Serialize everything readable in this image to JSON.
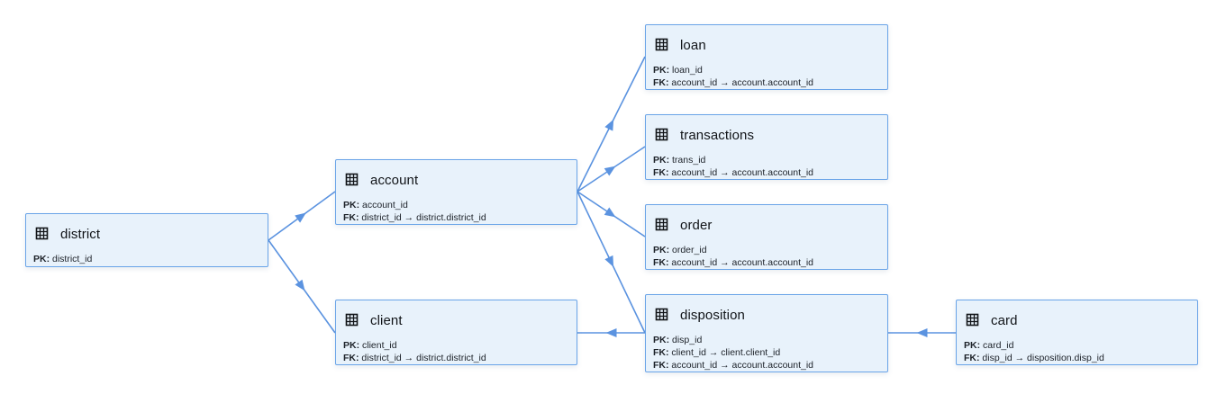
{
  "colors": {
    "node_fill": "#e8f2fb",
    "node_border": "#6aa4e8",
    "edge": "#5b93e0",
    "text": "#111418"
  },
  "icon": "table-grid-icon",
  "tables": [
    {
      "id": "district",
      "title": "district",
      "keys": [
        {
          "tag": "PK:",
          "value": "district_id"
        }
      ]
    },
    {
      "id": "account",
      "title": "account",
      "keys": [
        {
          "tag": "PK:",
          "value": "account_id"
        },
        {
          "tag": "FK:",
          "value": "district_id → district.district_id"
        }
      ]
    },
    {
      "id": "client",
      "title": "client",
      "keys": [
        {
          "tag": "PK:",
          "value": "client_id"
        },
        {
          "tag": "FK:",
          "value": "district_id → district.district_id"
        }
      ]
    },
    {
      "id": "loan",
      "title": "loan",
      "keys": [
        {
          "tag": "PK:",
          "value": "loan_id"
        },
        {
          "tag": "FK:",
          "value": "account_id → account.account_id"
        }
      ]
    },
    {
      "id": "transactions",
      "title": "transactions",
      "keys": [
        {
          "tag": "PK:",
          "value": "trans_id"
        },
        {
          "tag": "FK:",
          "value": "account_id → account.account_id"
        }
      ]
    },
    {
      "id": "order",
      "title": "order",
      "keys": [
        {
          "tag": "PK:",
          "value": "order_id"
        },
        {
          "tag": "FK:",
          "value": "account_id → account.account_id"
        }
      ]
    },
    {
      "id": "disposition",
      "title": "disposition",
      "keys": [
        {
          "tag": "PK:",
          "value": "disp_id"
        },
        {
          "tag": "FK:",
          "value": "client_id → client.client_id"
        },
        {
          "tag": "FK:",
          "value": "account_id → account.account_id"
        }
      ]
    },
    {
      "id": "card",
      "title": "card",
      "keys": [
        {
          "tag": "PK:",
          "value": "card_id"
        },
        {
          "tag": "FK:",
          "value": "disp_id → disposition.disp_id"
        }
      ]
    }
  ],
  "relationships": [
    {
      "from": "district",
      "to": "account"
    },
    {
      "from": "district",
      "to": "client"
    },
    {
      "from": "account",
      "to": "loan"
    },
    {
      "from": "account",
      "to": "transactions"
    },
    {
      "from": "account",
      "to": "order"
    },
    {
      "from": "account",
      "to": "disposition"
    },
    {
      "from": "disposition",
      "to": "client"
    },
    {
      "from": "card",
      "to": "disposition"
    }
  ]
}
